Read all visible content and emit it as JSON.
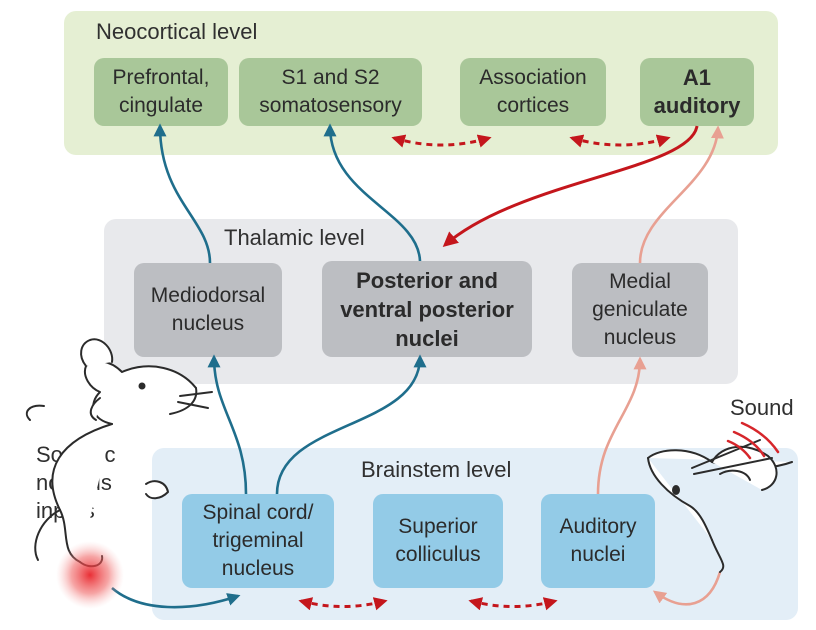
{
  "levels": {
    "neocortical": "Neocortical level",
    "thalamic": "Thalamic level",
    "brainstem": "Brainstem level"
  },
  "nodes": {
    "prefrontal": "Prefrontal,\ncingulate",
    "s1s2": "S1 and S2\nsomatosensory",
    "association": "Association\ncortices",
    "a1": "A1\nauditory",
    "mediodorsal": "Mediodorsal\nnucleus",
    "posterior_ventral": "Posterior and\nventral posterior\nnuclei",
    "medial_geniculate": "Medial\ngeniculate\nnucleus",
    "spinal_cord": "Spinal cord/\ntrigeminal\nnucleus",
    "superior_colliculus": "Superior\ncolliculus",
    "auditory_nuclei": "Auditory\nnuclei"
  },
  "inputs": {
    "somatic": "Somatic\nnoxious\ninputs",
    "sound": "Sound"
  },
  "colors": {
    "neocortical_panel": "#e5efd3",
    "thalamic_panel": "#e8e9ec",
    "brainstem_panel": "#e3eef7",
    "somatic_pathway": "#1f6e8c",
    "auditory_pathway": "#e8a092",
    "feedback_pathway": "#c4161c"
  }
}
